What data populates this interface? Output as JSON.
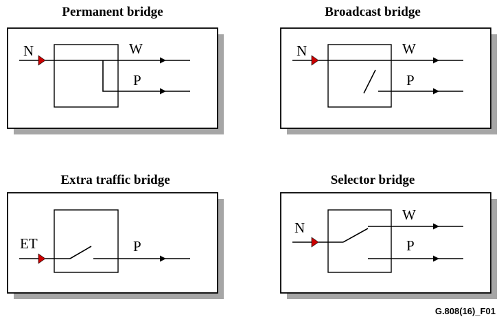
{
  "panels": {
    "permanent": {
      "title": "Permanent bridge",
      "in_label": "N",
      "out_w_label": "W",
      "out_p_label": "P"
    },
    "broadcast": {
      "title": "Broadcast bridge",
      "in_label": "N",
      "out_w_label": "W",
      "out_p_label": "P"
    },
    "extra_traffic": {
      "title": "Extra traffic bridge",
      "in_label": "ET",
      "out_p_label": "P"
    },
    "selector": {
      "title": "Selector bridge",
      "in_label": "N",
      "out_w_label": "W",
      "out_p_label": "P"
    }
  },
  "figure_id": "G.808(16)_F01",
  "colors": {
    "input_marker": "#cc0000",
    "arrowhead": "#000000",
    "shadow": "#a6a6a6",
    "frame": "#000000",
    "background": "#ffffff"
  }
}
